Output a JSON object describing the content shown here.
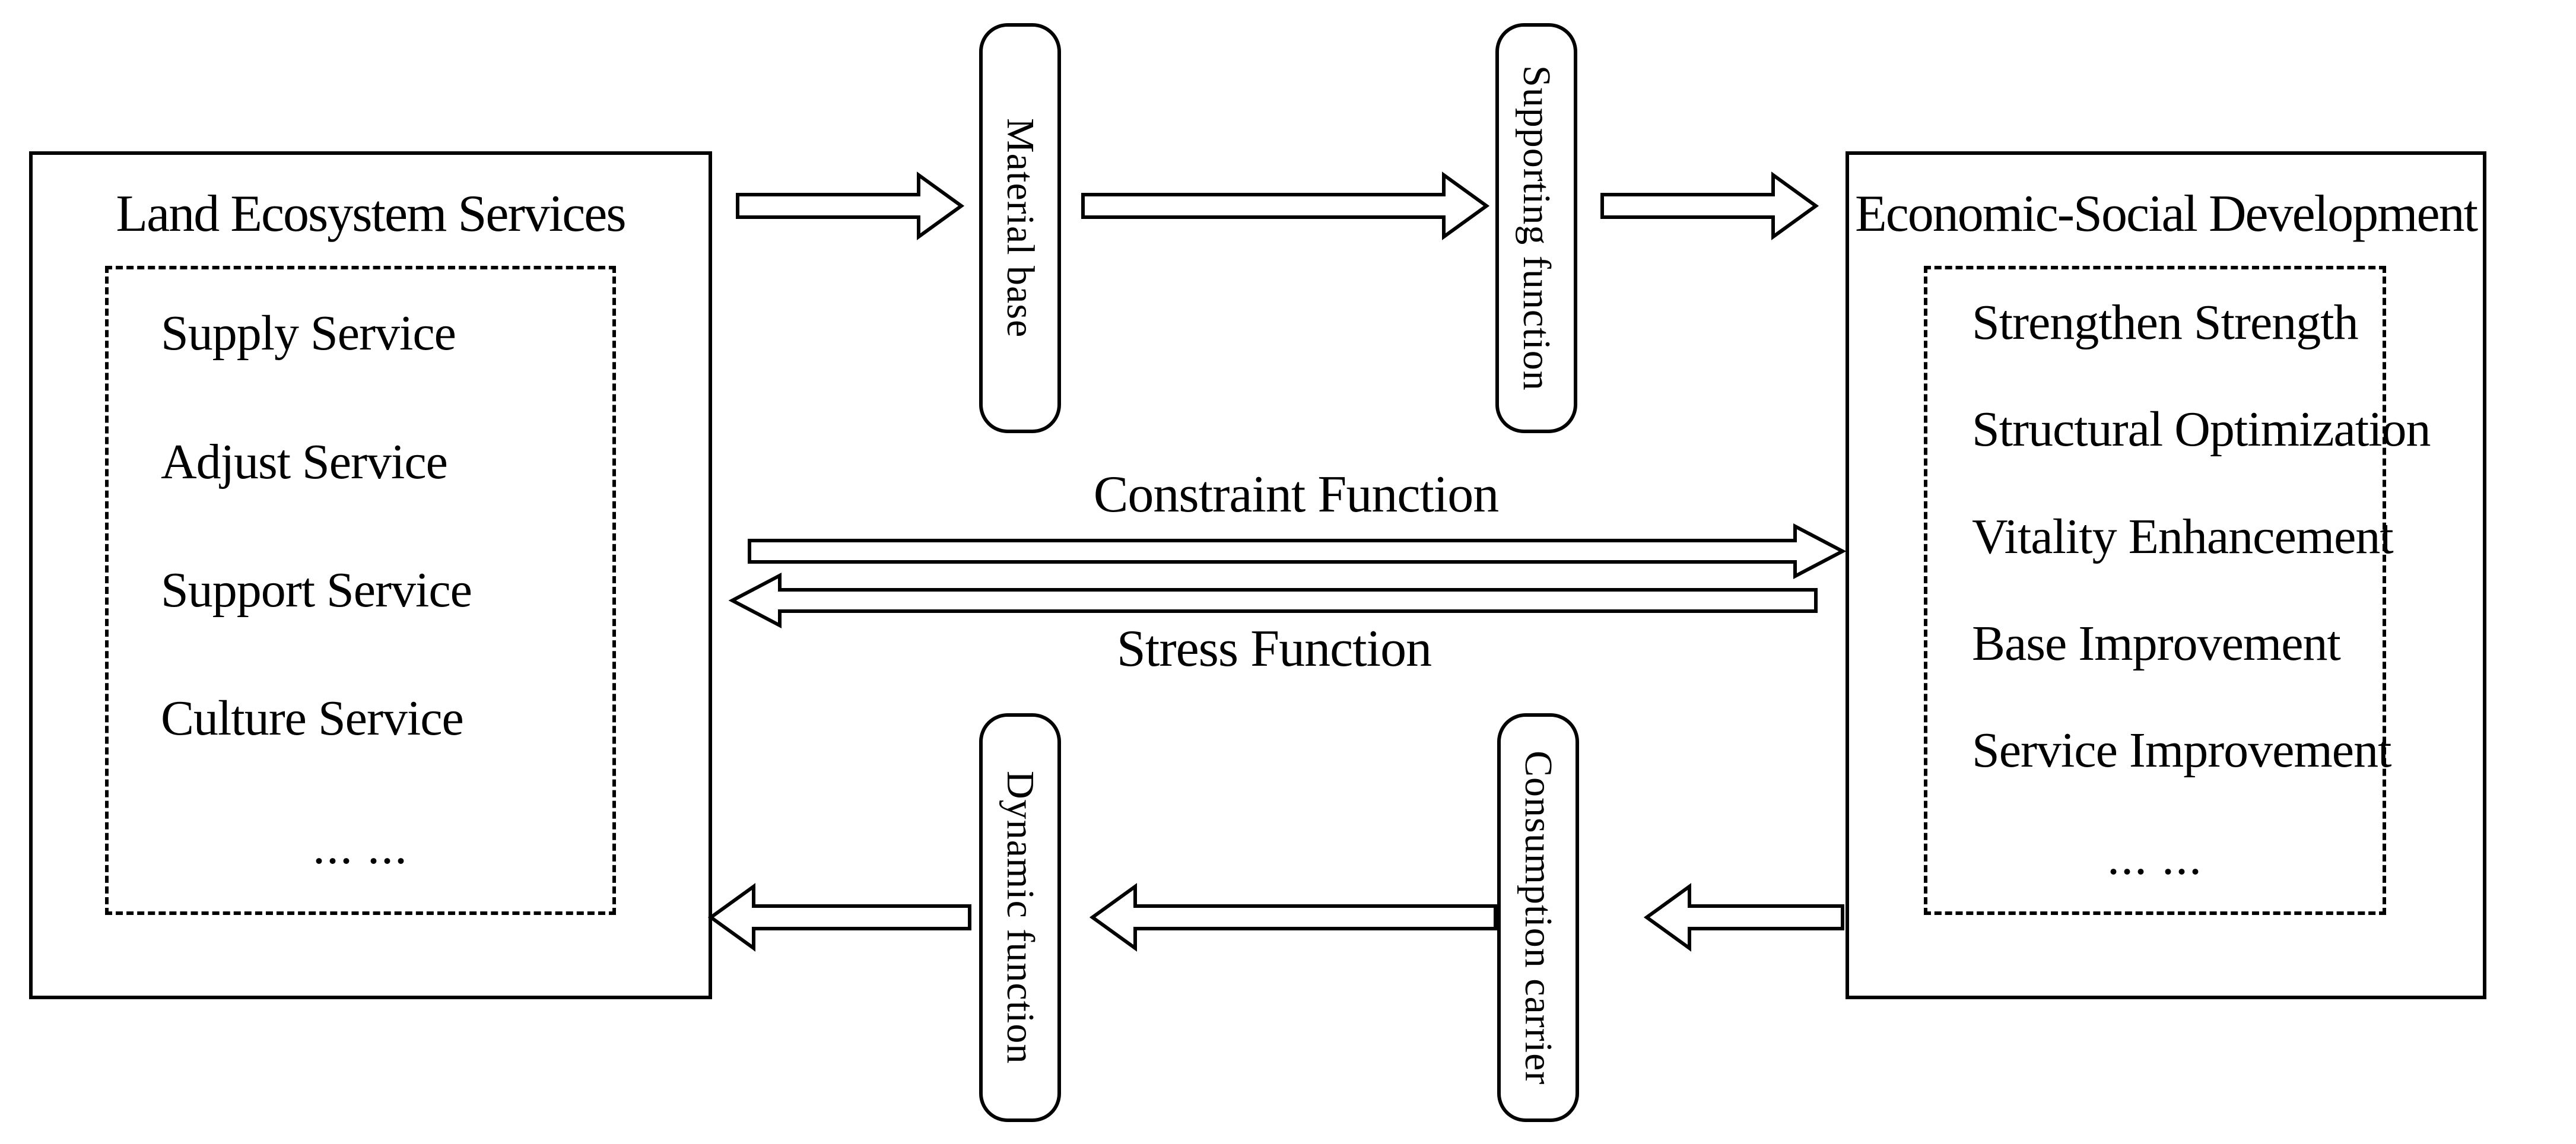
{
  "left_box": {
    "title": "Land Ecosystem Services",
    "items": [
      "Supply Service",
      "Adjust Service",
      "Support Service",
      "Culture Service"
    ],
    "ellipsis": "... ..."
  },
  "right_box": {
    "title": "Economic-Social Development",
    "items": [
      "Strengthen Strength",
      "Structural Optimization",
      "Vitality Enhancement",
      "Base Improvement",
      "Service Improvement"
    ],
    "ellipsis": "... ..."
  },
  "top_flow": {
    "node1": "Material base",
    "node2": "Supporting function"
  },
  "bottom_flow": {
    "node1": "Dynamic function",
    "node2": "Consumption carrier"
  },
  "middle_labels": {
    "forward": "Constraint Function",
    "backward": "Stress Function"
  },
  "colors": {
    "line": "#000000",
    "background": "#ffffff"
  }
}
